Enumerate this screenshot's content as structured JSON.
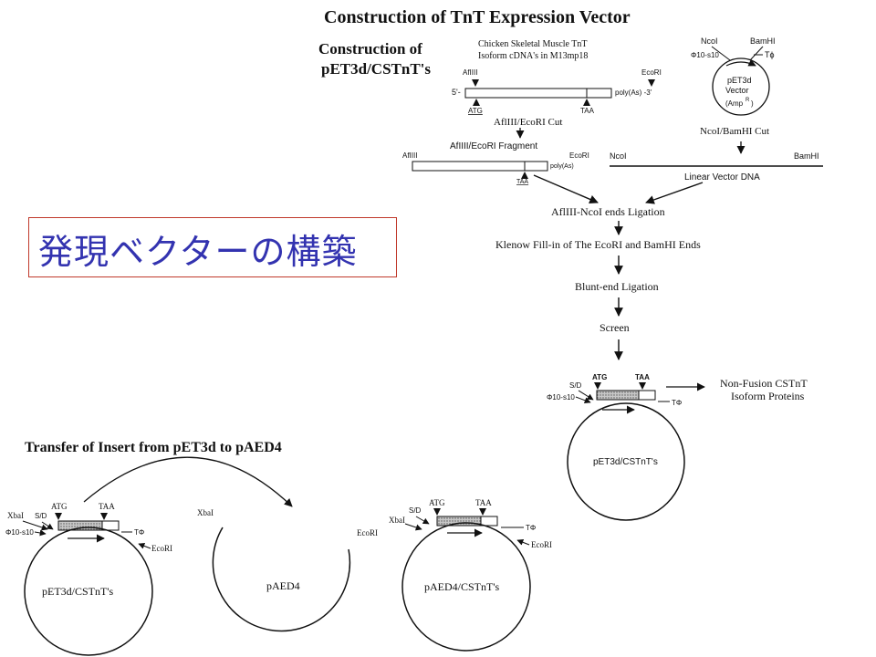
{
  "title": "Construction of TnT Expression Vector",
  "japanese_title": "発現ベクターの構築",
  "subtitle_line1": "Construction of",
  "subtitle_line2": "pET3d/CSTnT's",
  "cdna_note_line1": "Chicken Skeletal Muscle TnT",
  "cdna_note_line2": "Isoform cDNA's in M13mp18",
  "labels": {
    "aflIII_top": "AfIIII",
    "ecori_top": "EcoRI",
    "five_prime": "5'-",
    "polyA_3": "poly(As) -3'",
    "atg": "ATG",
    "taa": "TAA",
    "afliii_ecori_cut": "AflIII/EcoRI Cut",
    "fragment": "AfIIII/EcoRI  Fragment",
    "aflIII_frag": "AfIIII",
    "ecori_frag": "EcoRI",
    "polyA_frag": "poly(As)",
    "taa_frag": "TAA",
    "ncoi_plasmid": "NcoI",
    "bamhi_plasmid": "BamHI",
    "phi10_plasmid": "Φ10-s10",
    "tphi_plasmid": "Tϕ",
    "pet3d_line1": "pET3d",
    "pet3d_line2": "Vector",
    "pet3d_line3": "(Amp",
    "pet3d_sup": "R",
    "pet3d_close": ")",
    "ncoi_bamhi_cut": "NcoI/BamHI Cut",
    "ncoi_linear": "NcoI",
    "bamhi_linear": "BamHI",
    "linear_vector": "Linear  Vector  DNA",
    "step_ligation": "AflIII-NcoI ends Ligation",
    "step_klenow": "Klenow Fill-in of The EcoRI and BamHI Ends",
    "step_blunt": "Blunt-end Ligation",
    "step_screen": "Screen",
    "sd": "S/D",
    "phi10": "Φ10-s10",
    "tphi": "TΦ",
    "nonfusion_line1": "Non-Fusion CSTnT",
    "nonfusion_line2": "Isoform Proteins",
    "pet3d_cstnt": "pET3d/CSTnT's",
    "transfer_title": "Transfer of Insert from pET3d to pAED4",
    "xbai": "XbaI",
    "ecori": "EcoRI",
    "paed4": "pAED4",
    "paed4_cstnt": "pAED4/CSTnT's"
  }
}
